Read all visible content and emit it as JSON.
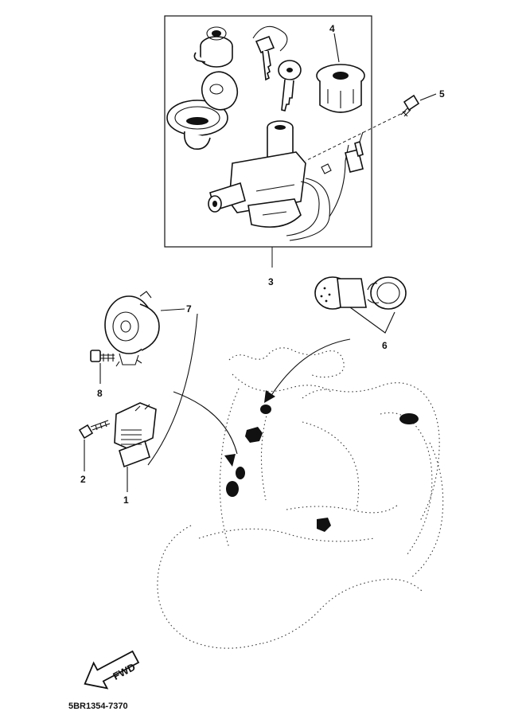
{
  "callouts": {
    "c1": "1",
    "c2": "2",
    "c3": "3",
    "c4": "4",
    "c5": "5",
    "c6": "6",
    "c7": "7",
    "c8": "8"
  },
  "fwd_label": "FWD",
  "drawing_code": "5BR1354-7370"
}
